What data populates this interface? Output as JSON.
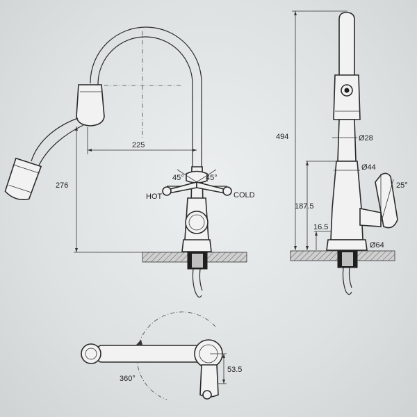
{
  "labels": {
    "hot": "HOT",
    "cold": "COLD",
    "angle_left": "45°",
    "angle_right": "45°",
    "reach": "225",
    "height_spout": "276",
    "total_height": "494",
    "dia_spout": "Ø28",
    "dia_body": "Ø44",
    "dia_base": "Ø64",
    "handle_angle": "25°",
    "body_height": "187.5",
    "base_offset": "16.5",
    "handle_offset": "53.5",
    "rotation": "360°"
  }
}
